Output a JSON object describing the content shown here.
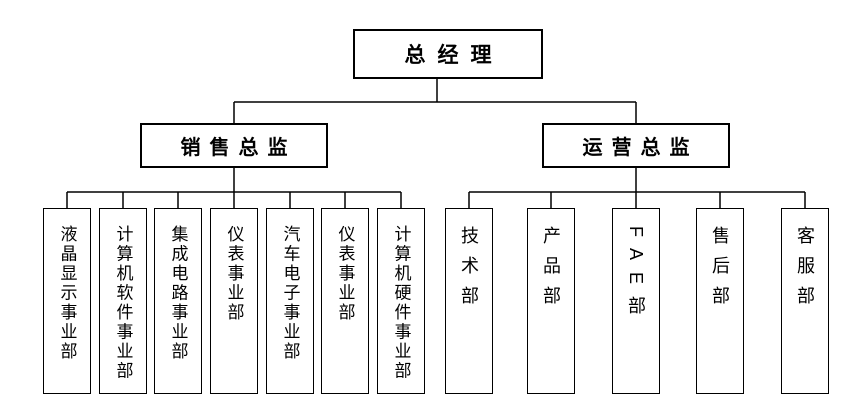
{
  "org": {
    "root": {
      "label": "总经理"
    },
    "branches": [
      {
        "label": "销售总监",
        "children": [
          {
            "label": "液晶显示事业部"
          },
          {
            "label": "计算机软件事业部"
          },
          {
            "label": "集成电路事业部"
          },
          {
            "label": "仪表事业部"
          },
          {
            "label": "汽车电子事业部"
          },
          {
            "label": "仪表事业部"
          },
          {
            "label": "计算机硬件事业部"
          }
        ]
      },
      {
        "label": "运营总监",
        "children": [
          {
            "label": "技术部"
          },
          {
            "label": "产品部"
          },
          {
            "label": "FAE部"
          },
          {
            "label": "售后部"
          },
          {
            "label": "客服部"
          }
        ]
      }
    ],
    "colors": {
      "line": "#000000",
      "box_fill": "#ffffff",
      "background": "#ffffff"
    }
  }
}
